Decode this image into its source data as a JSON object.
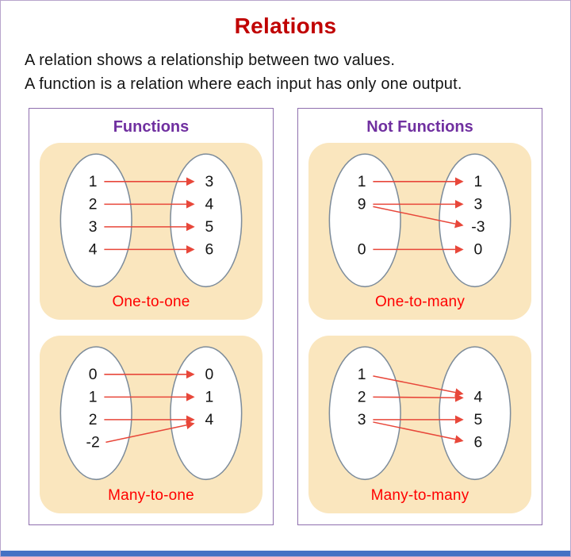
{
  "title": "Relations",
  "intro": {
    "line1": "A relation shows a relationship between two values.",
    "line2": "A function is a relation where each input has only one output."
  },
  "functions": {
    "heading": "Functions",
    "diagrams": [
      {
        "label": "One-to-one",
        "left": [
          "1",
          "2",
          "3",
          "4"
        ],
        "right": [
          "3",
          "4",
          "5",
          "6"
        ],
        "mappings": [
          [
            "1",
            "3"
          ],
          [
            "2",
            "4"
          ],
          [
            "3",
            "5"
          ],
          [
            "4",
            "6"
          ]
        ]
      },
      {
        "label": "Many-to-one",
        "left": [
          "0",
          "1",
          "2",
          "-2"
        ],
        "right": [
          "0",
          "1",
          "4"
        ],
        "mappings": [
          [
            "0",
            "0"
          ],
          [
            "1",
            "1"
          ],
          [
            "2",
            "4"
          ],
          [
            "-2",
            "4"
          ]
        ]
      }
    ]
  },
  "not_functions": {
    "heading": "Not Functions",
    "diagrams": [
      {
        "label": "One-to-many",
        "left": [
          "1",
          "9",
          "0"
        ],
        "right": [
          "1",
          "3",
          "-3",
          "0"
        ],
        "mappings": [
          [
            "1",
            "1"
          ],
          [
            "9",
            "3"
          ],
          [
            "9",
            "-3"
          ],
          [
            "0",
            "0"
          ]
        ]
      },
      {
        "label": "Many-to-many",
        "left": [
          "1",
          "2",
          "3"
        ],
        "right": [
          "4",
          "5",
          "6"
        ],
        "mappings": [
          [
            "1",
            "4"
          ],
          [
            "2",
            "4"
          ],
          [
            "3",
            "5"
          ],
          [
            "3",
            "6"
          ]
        ]
      }
    ]
  },
  "colors": {
    "title": "#c00000",
    "heading": "#7030a0",
    "label": "#ff0000",
    "arrow": "#e8473a",
    "card_bg": "#fae6be",
    "oval_stroke": "#7d8c9b",
    "box_border": "#8f6fae",
    "bottom_bar": "#4472c4"
  }
}
